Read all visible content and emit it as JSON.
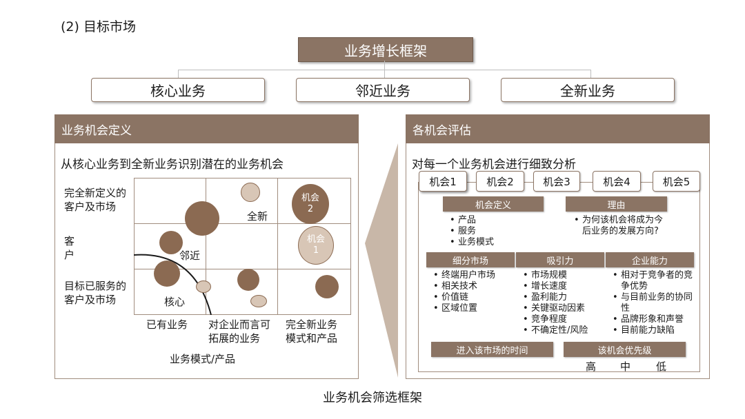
{
  "heading": "(2) 目标市场",
  "framework_title": "业务增长框架",
  "tiers": [
    "核心业务",
    "邻近业务",
    "全新业务"
  ],
  "left_panel": {
    "header": "业务机会定义",
    "subtitle": "从核心业务到全新业务识别潜在的业务机会",
    "y_labels": {
      "top": "完全新定义的\n客户及市场",
      "middle": "客\n户",
      "bottom": "目标已服务的\n客户及市场"
    },
    "x_labels": [
      "已有业务",
      "对企业而言可\n拓展的业务",
      "完全新业务\n模式和产品"
    ],
    "x_axis_title": "业务模式/产品",
    "zones": {
      "new": "全新",
      "adjacent": "邻近",
      "core": "核心"
    },
    "opportunity_bubbles": [
      {
        "line1": "机会",
        "line2": "2"
      },
      {
        "line1": "机会",
        "line2": "1"
      }
    ]
  },
  "right_panel": {
    "header": "各机会评估",
    "subtitle": "对每一个业务机会进行细致分析",
    "opportunities": [
      "机会1",
      "机会2",
      "机会3",
      "机会4",
      "机会5"
    ],
    "definition": {
      "title": "机会定义",
      "items": [
        "产品",
        "服务",
        "业务模式"
      ]
    },
    "reason": {
      "title": "理由",
      "items": [
        "为何该机会将成为今后业务的发展方向?"
      ]
    },
    "segment": {
      "title": "细分市场",
      "items": [
        "终端用户市场",
        "相关技术",
        "价值链",
        "区域位置"
      ]
    },
    "attractiveness": {
      "title": "吸引力",
      "items": [
        "市场规模",
        "增长速度",
        "盈利能力",
        "关键驱动因素",
        "竞争程度",
        "不确定性/风险"
      ]
    },
    "capability": {
      "title": "企业能力",
      "items": [
        "相对于竞争者的竞争优势",
        "与目前业务的协同性",
        "品牌形象和声誉",
        "目前能力缺陷"
      ]
    },
    "timing": {
      "title": "进入该市场的时间"
    },
    "priority": {
      "title": "该机会优先级",
      "levels": [
        "高",
        "中",
        "低"
      ]
    }
  },
  "caption": "业务机会筛选框架",
  "colors": {
    "accent": "#8b7464",
    "bubble_dark": "#8b6a52",
    "bubble_light": "#d8c6b6",
    "border": "#a08c7d"
  }
}
